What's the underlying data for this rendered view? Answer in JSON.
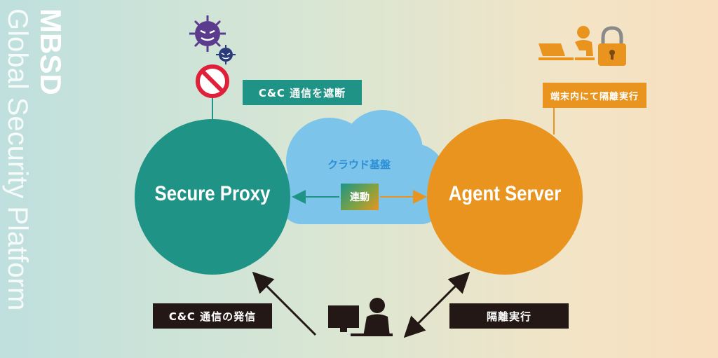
{
  "brand": {
    "name": "MBSD",
    "tagline": "Global Security Platform"
  },
  "nodes": {
    "proxy": {
      "label": "Secure Proxy",
      "color": "#1f9486"
    },
    "agent": {
      "label": "Agent Server",
      "color": "#e8941f"
    },
    "cloud": {
      "label": "クラウド基盤",
      "color": "#7cc4ea"
    }
  },
  "labels": {
    "block_cc": "C&C 通信を遮断",
    "isolate_on_terminal": "端末内にて隔離実行",
    "link": "連動",
    "cc_send": "C&C 通信の発信",
    "isolate_exec": "隔離実行"
  },
  "icons": [
    "virus-icon",
    "prohibited-icon",
    "laptop-user-icon",
    "padlock-icon",
    "pc-user-icon"
  ]
}
